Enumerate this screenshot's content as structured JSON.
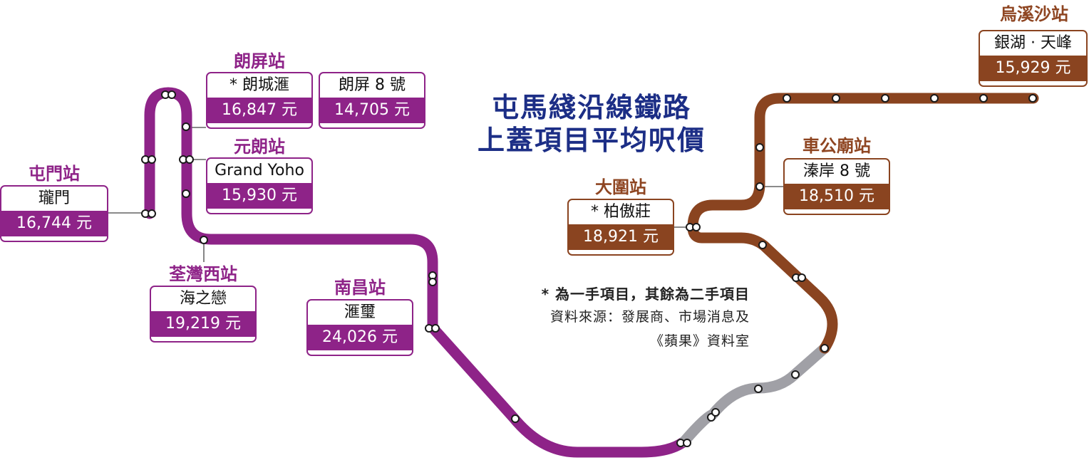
{
  "title_line1": "屯馬綫沿線鐵路",
  "title_line2": "上蓋項目平均呎價",
  "stations": {
    "tuen_mun": {
      "name": "屯門站",
      "estate": "瓏門",
      "price": "16,744 元"
    },
    "long_ping": {
      "name": "朗屏站",
      "estates": [
        {
          "estate": "* 朗城滙",
          "price": "16,847 元"
        },
        {
          "estate": "朗屏 8 號",
          "price": "14,705 元"
        }
      ]
    },
    "yuen_long": {
      "name": "元朗站",
      "estate": "Grand Yoho",
      "price": "15,930 元"
    },
    "tsuen_wan_west": {
      "name": "荃灣西站",
      "estate": "海之戀",
      "price": "19,219 元"
    },
    "nam_cheong": {
      "name": "南昌站",
      "estate": "滙璽",
      "price": "24,026 元"
    },
    "tai_wai": {
      "name": "大圍站",
      "estate": "* 柏傲莊",
      "price": "18,921 元"
    },
    "che_kung_temple": {
      "name": "車公廟站",
      "estate": "溱岸 8 號",
      "price": "18,510 元"
    },
    "wu_kai_sha": {
      "name": "烏溪沙站",
      "estate": "銀湖 · 天峰",
      "price": "15,929 元"
    }
  },
  "notes": {
    "line1": "* 為一手項目，其餘為二手項目",
    "line2": "資料來源：發展商、市場消息及",
    "line3": "《蘋果》資料室"
  },
  "colors": {
    "purple": "#8e2388",
    "brown": "#8a4420",
    "grey": "#a0a0a6",
    "title_blue": "#1c2e86"
  }
}
